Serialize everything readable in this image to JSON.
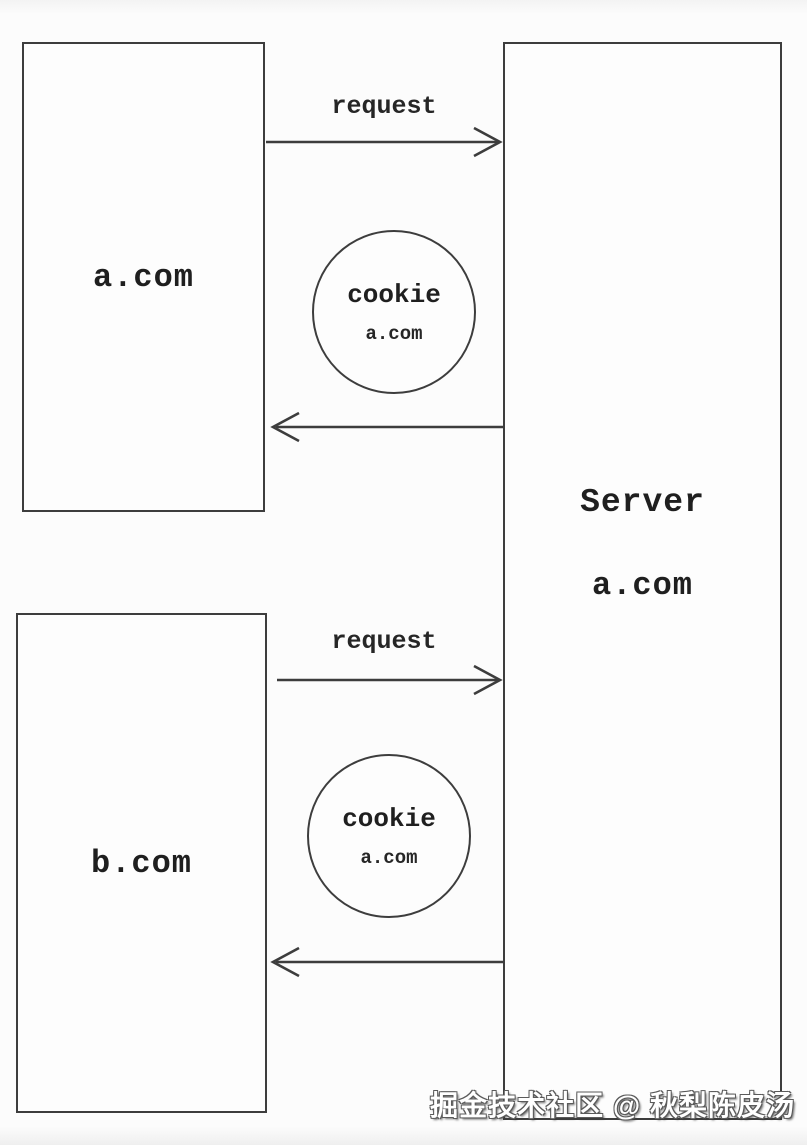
{
  "diagram": {
    "background": "#fcfcfc",
    "line_color": "#3d3d3d",
    "text_color": "#1f1f1f",
    "client_a": {
      "label": "a.com"
    },
    "client_b": {
      "label": "b.com"
    },
    "server": {
      "title": "Server",
      "subtitle": "a.com"
    },
    "flow_a": {
      "request_label": "request",
      "cookie": {
        "title": "cookie",
        "domain": "a.com"
      }
    },
    "flow_b": {
      "request_label": "request",
      "cookie": {
        "title": "cookie",
        "domain": "a.com"
      }
    },
    "watermark": "掘金技术社区 @ 秋梨陈皮汤"
  }
}
